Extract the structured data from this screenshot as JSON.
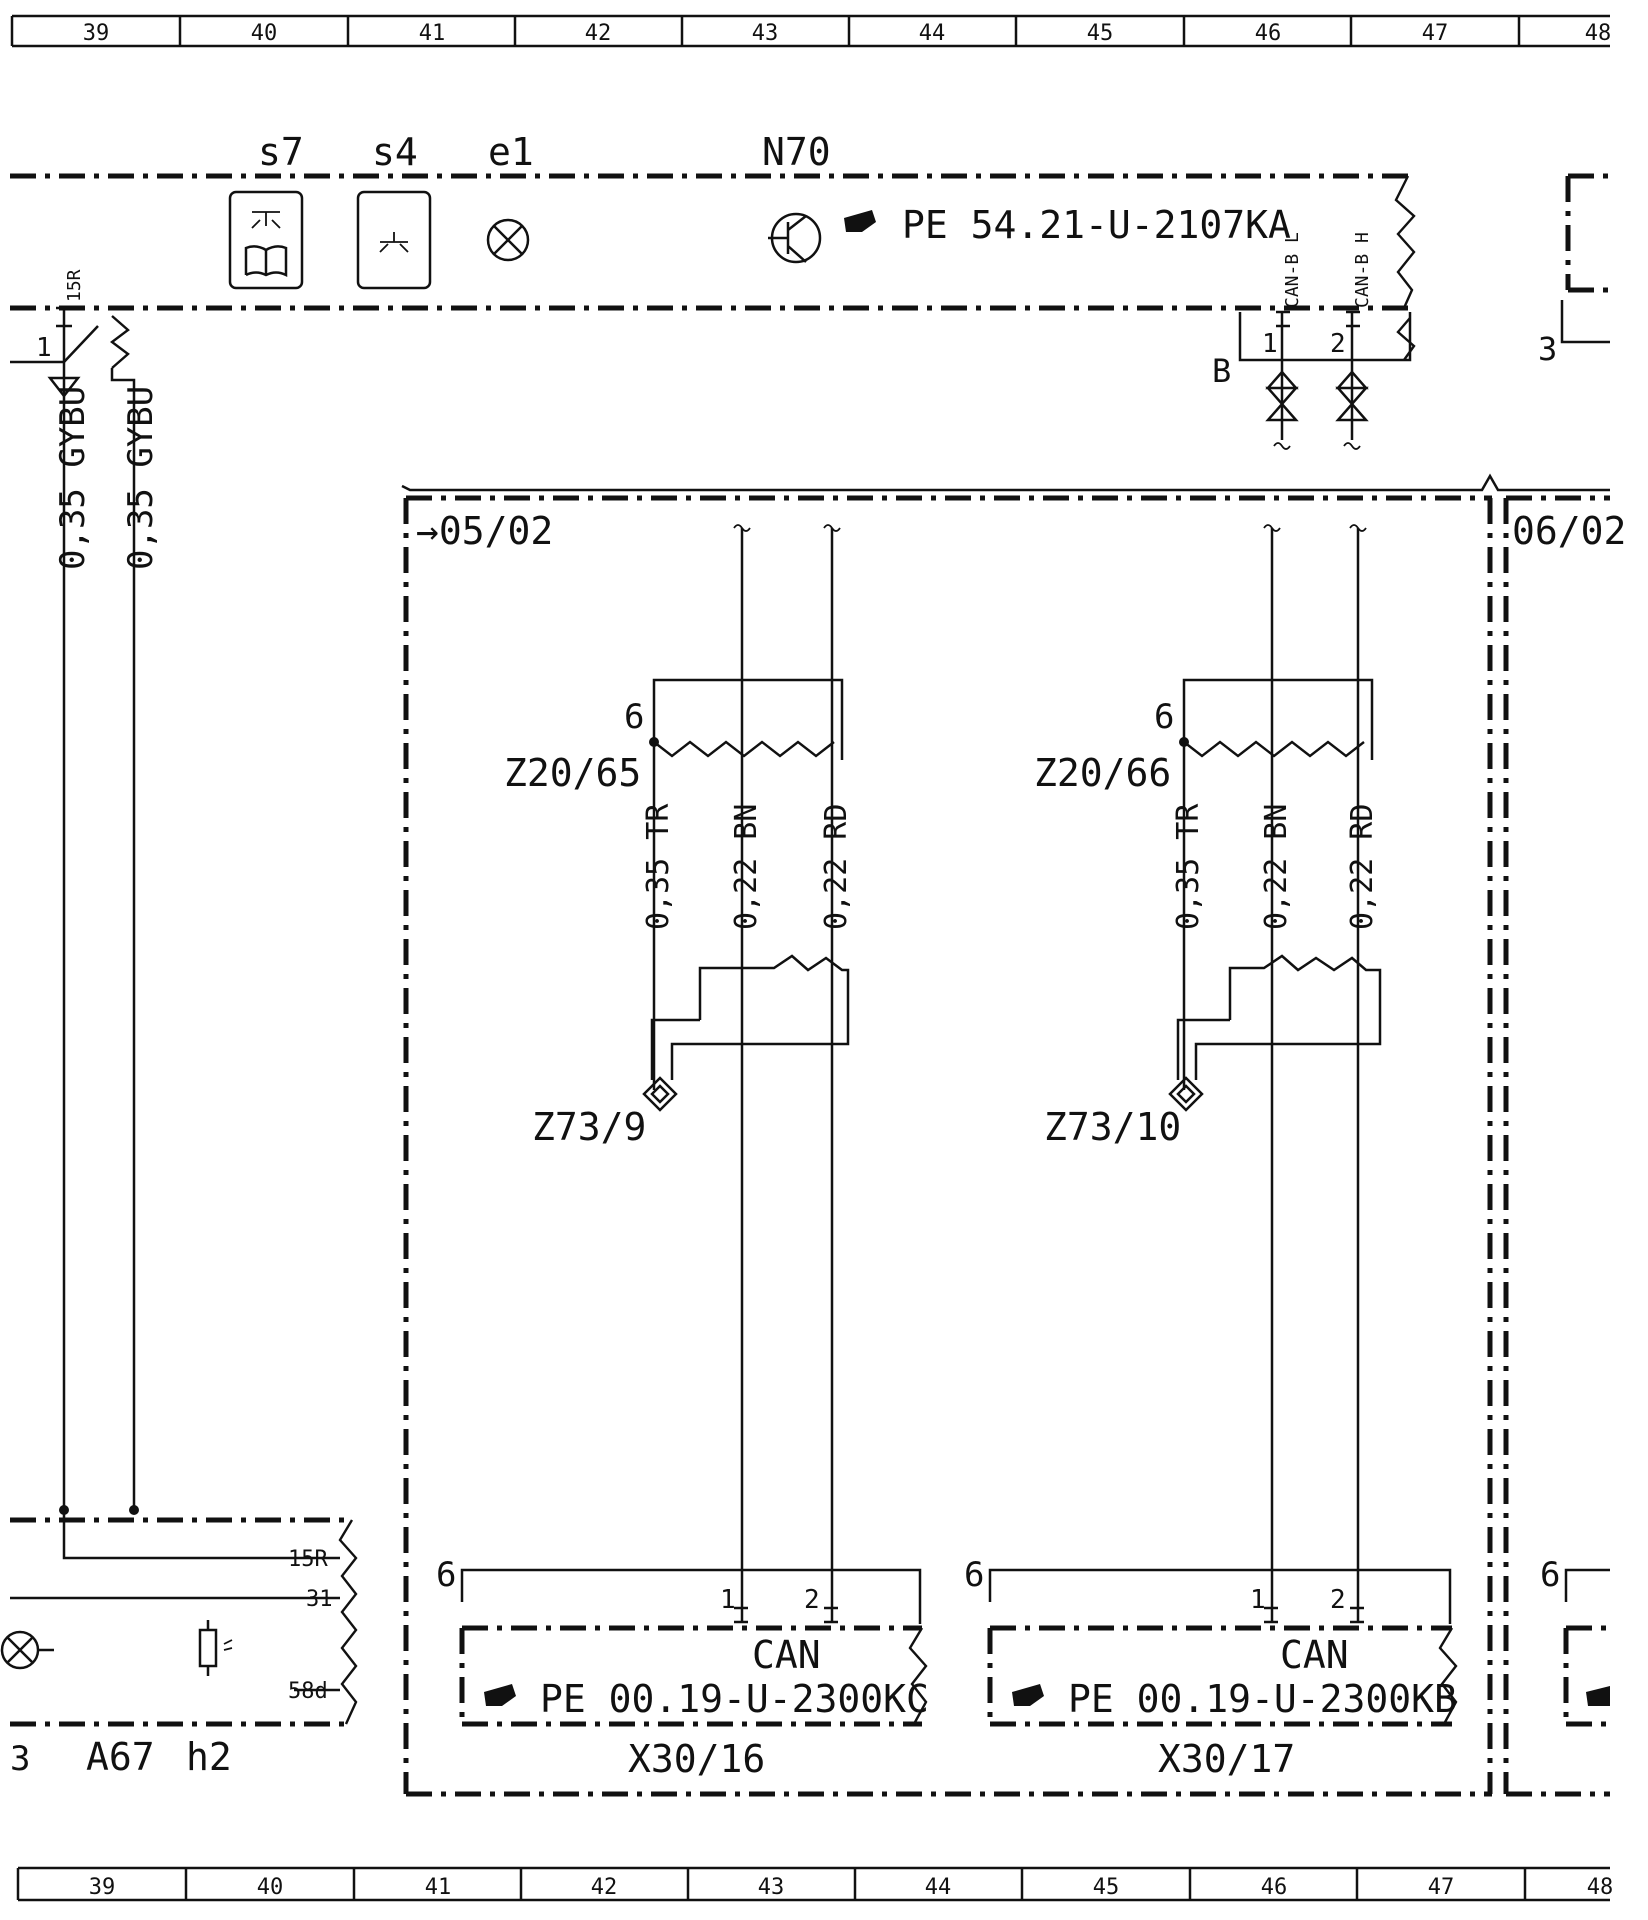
{
  "grid": {
    "top": [
      "39",
      "40",
      "41",
      "42",
      "43",
      "44",
      "45",
      "46",
      "47",
      "48"
    ],
    "bottom": [
      "39",
      "40",
      "41",
      "42",
      "43",
      "44",
      "45",
      "46",
      "47",
      "48"
    ]
  },
  "components": {
    "s7": "s7",
    "s4": "s4",
    "e1": "e1",
    "n70": "N70",
    "n70_ref": "PE 54.21-U-2107KA",
    "can_b_l": "CAN-B L",
    "can_b_h": "CAN-B H",
    "pin1": "1",
    "pin2": "2",
    "label_b": "B",
    "label_3": "3"
  },
  "left_wires": {
    "pin15r": "15R",
    "pin1": "1",
    "w1": "0,35 GYBU",
    "w2": "0,35 GYBU"
  },
  "frame": {
    "ref_left": "→05/02",
    "ref_right": "06/02"
  },
  "z20_65": {
    "label": "Z20/65",
    "num": "6",
    "w_tr": "0,35 TR",
    "w_bn": "0,22 BN",
    "w_rd": "0,22 RD"
  },
  "z20_66": {
    "label": "Z20/66",
    "num": "6",
    "w_tr": "0,35 TR",
    "w_bn": "0,22 BN",
    "w_rd": "0,22 RD"
  },
  "z73_9": {
    "label": "Z73/9"
  },
  "z73_10": {
    "label": "Z73/10"
  },
  "x30_16": {
    "num": "6",
    "pin1": "1",
    "pin2": "2",
    "can": "CAN",
    "ref": "PE 00.19-U-2300KC",
    "label": "X30/16"
  },
  "x30_17": {
    "num": "6",
    "pin1": "1",
    "pin2": "2",
    "can": "CAN",
    "ref": "PE 00.19-U-2300KB",
    "label": "X30/17"
  },
  "right_stub": {
    "num": "6"
  },
  "a67": {
    "p15r": "15R",
    "p31": "31",
    "p58d": "58d",
    "lbl_3": "3",
    "lbl_a67": "A67",
    "lbl_h2": "h2"
  }
}
